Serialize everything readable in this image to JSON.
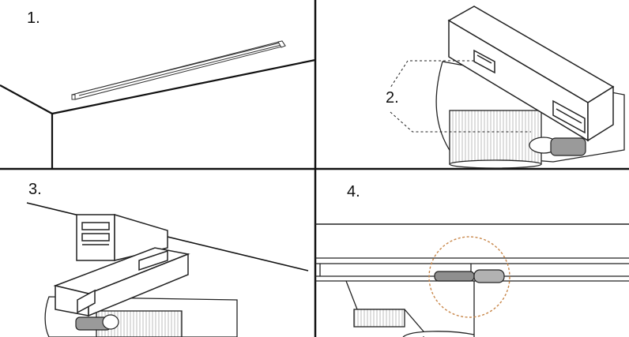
{
  "steps": [
    {
      "number": "1."
    },
    {
      "number": "2."
    },
    {
      "number": "3."
    },
    {
      "number": "4."
    }
  ],
  "colors": {
    "line": "#111111",
    "grip": "#9a9a9a",
    "highlight_circle": "#c8874a"
  }
}
